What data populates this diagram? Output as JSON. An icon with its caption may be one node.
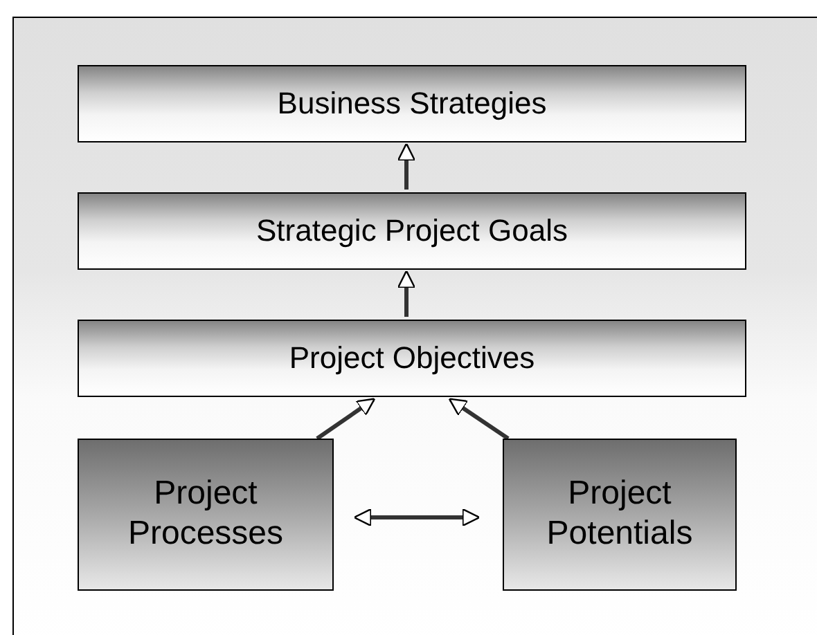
{
  "diagram": {
    "nodes": [
      {
        "text": [
          "Business Strategies"
        ]
      },
      {
        "text": [
          "Strategic Project Goals"
        ]
      },
      {
        "text": [
          "Project Objectives"
        ]
      },
      {
        "text": [
          "Project Processes"
        ]
      },
      {
        "text": [
          "Project Potentials"
        ]
      }
    ],
    "edges": [
      {
        "from": 1,
        "to": 0,
        "arrow": "to"
      },
      {
        "from": 2,
        "to": 1,
        "arrow": "to"
      },
      {
        "from": 3,
        "to": 2,
        "arrow": "to"
      },
      {
        "from": 4,
        "to": 2,
        "arrow": "to"
      },
      {
        "from": 3,
        "to": 4,
        "arrow": "both"
      }
    ]
  }
}
